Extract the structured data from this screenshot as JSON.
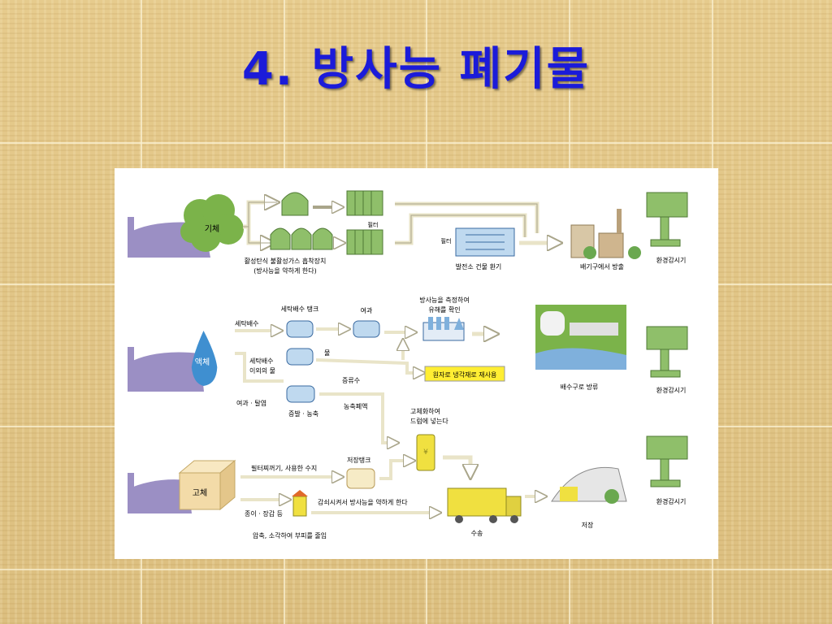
{
  "slide": {
    "title": "4. 방사능 폐기물"
  },
  "diagram": {
    "gas": {
      "source": "기체",
      "filter": "필터",
      "filter2": "필터",
      "note_line1": "활성탄식 불활성가스 흡착장치",
      "note_line2": "(방사능을 약하게 한다)",
      "building": "발전소 건물 환기",
      "stack": "배기구에서 방출",
      "monitor": "환경감시기"
    },
    "liquid": {
      "source": "액체",
      "wash_water": "세탁배수",
      "wash_tank": "세탁배수 탱크",
      "filtration": "여과",
      "measure_line1": "방사능을 측정하여",
      "measure_line2": "유해를 확인",
      "other_line1": "세탁배수",
      "other_line2": "이외의 물",
      "water": "물",
      "reuse": "원자로 냉각재로 재사용",
      "steam": "증류수",
      "concentrate": "농축폐액",
      "filter_dehydrate": "여과 · 탈염",
      "evap": "증발 · 농축",
      "outlet": "배수구로 방류",
      "monitor": "환경감시기"
    },
    "solid": {
      "source": "고체",
      "solidify_line1": "고체화하여",
      "solidify_line2": "드럼에 넣는다",
      "resin": "필터찌꺼기, 사용한 수지",
      "storage_tank": "저장탱크",
      "paper": "종이 · 장갑 등",
      "decay": "감쇠시켜서 방사능을 약하게 한다",
      "compress": "압축, 소각하여 부피를 줄임",
      "transport": "수송",
      "storage": "저장",
      "monitor": "환경감시기"
    }
  },
  "colors": {
    "title": "#1b1bd9",
    "plant": "#9b8fc4",
    "gas_cloud": "#7bb34a",
    "liquid_drop": "#3f8fd0",
    "solid_box": "#f3dba8",
    "equipment": "#8fbf6a",
    "arrow": "#e9e4c8",
    "drum": "#f0e040",
    "highlight": "#ffee33"
  }
}
